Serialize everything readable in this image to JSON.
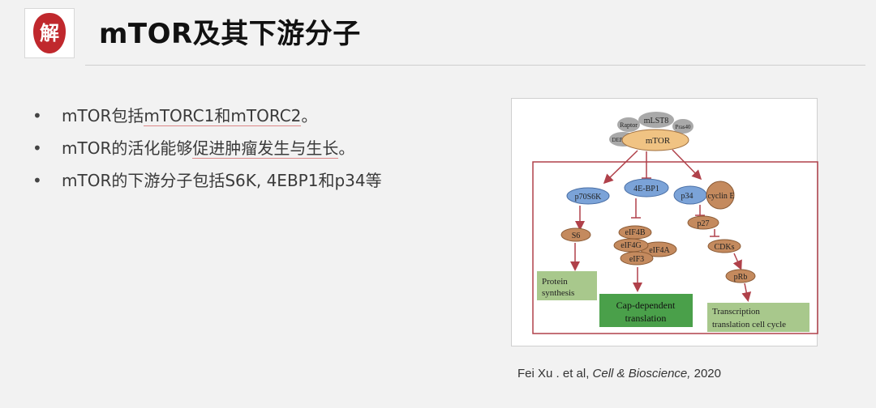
{
  "slide": {
    "title": "mTOR及其下游分子",
    "logo_text": "解"
  },
  "bullets": [
    {
      "pre": "mTOR包括",
      "u": "mTORC1和mTORC2",
      "post": "。"
    },
    {
      "pre": "mTOR的活化能够",
      "u": "促进肿瘤发生与生长",
      "post": "。"
    },
    {
      "pre": "mTOR的下游分子包括S6K, 4EBP1和p34等",
      "u": "",
      "post": ""
    }
  ],
  "diagram": {
    "complex": {
      "raptor": "Raptor",
      "mlst8": "mLST8",
      "pras40": "Pras40",
      "deptor": "DEPTOR",
      "mtor": "mTOR"
    },
    "nodes": {
      "p70s6k": "p70S6K",
      "fourebp1": "4E-BP1",
      "p34": "p34",
      "cyclin": "cyclin E",
      "s6": "S6",
      "eif4b": "eIF4B",
      "eif4g": "eIF4G",
      "eif4a": "eIF4A",
      "eif3": "eIF3",
      "p27": "p27",
      "cdks": "CDKs",
      "prb": "pRb"
    },
    "outcomes": {
      "protein_line1": "Protein",
      "protein_line2": "synthesis",
      "cap_line1": "Cap-dependent",
      "cap_line2": "translation",
      "trans_line1": "Transcription",
      "trans_line2": "translation cell cycle"
    },
    "colors": {
      "grey": "#a9a9a9",
      "orange": "#f0c383",
      "blue": "#7ba3d8",
      "brown": "#c48a5e",
      "green_light": "#a8c88c",
      "green_dark": "#4aa04a",
      "frame": "#b0414a"
    }
  },
  "citation": {
    "authors": "Fei Xu . et al, ",
    "journal": "Cell & Bioscience,",
    "year": " 2020"
  }
}
